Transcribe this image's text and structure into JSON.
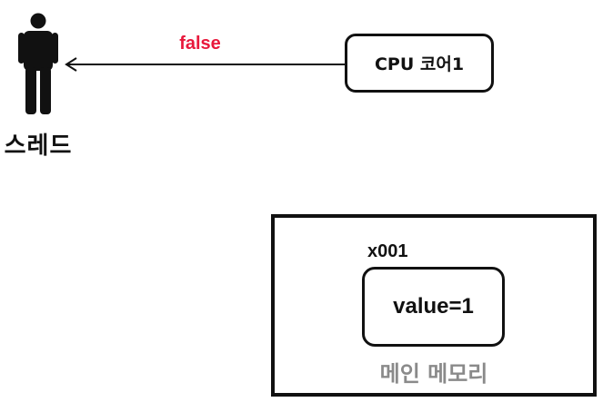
{
  "thread": {
    "label": "스레드",
    "icon": "person-icon"
  },
  "edge": {
    "label": "false",
    "label_color": "#e8193c",
    "direction": "cpu-to-thread"
  },
  "cpu": {
    "label": "CPU 코어1"
  },
  "memory": {
    "label": "메인 메모리",
    "label_color": "#8a8a8a",
    "address": "x001",
    "value": "value=1"
  }
}
